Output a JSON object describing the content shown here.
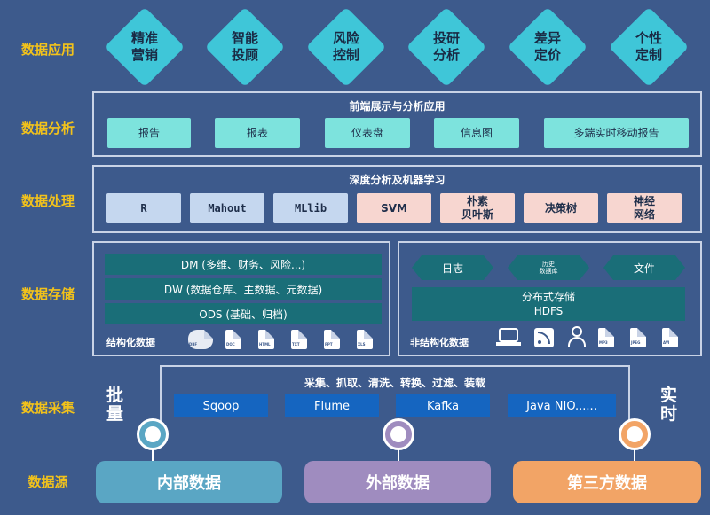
{
  "layers": {
    "app": "数据应用",
    "analysis": "数据分析",
    "processing": "数据处理",
    "storage": "数据存储",
    "collection": "数据采集",
    "source": "数据源"
  },
  "applications": [
    {
      "label": "精准\n营销"
    },
    {
      "label": "智能\n投顾"
    },
    {
      "label": "风险\n控制"
    },
    {
      "label": "投研\n分析"
    },
    {
      "label": "差异\n定价"
    },
    {
      "label": "个性\n定制"
    }
  ],
  "analysis_panel": {
    "title": "前端展示与分析应用",
    "items": [
      "报告",
      "报表",
      "仪表盘",
      "信息图",
      "多端实时移动报告"
    ]
  },
  "processing_panel": {
    "title": "深度分析及机器学习",
    "items": [
      "R",
      "Mahout",
      "MLlib",
      "SVM",
      "朴素\n贝叶斯",
      "决策树",
      "神经\n网络"
    ]
  },
  "storage": {
    "structured": {
      "bars": [
        "DM (多维、财务、风险...)",
        "DW (数据仓库、主数据、元数据)",
        "ODS (基础、归档)"
      ],
      "label": "结构化数据",
      "file_icons": [
        "DBF",
        "DOC",
        "HTML",
        "TXT",
        "PPT",
        "XLS"
      ]
    },
    "unstructured": {
      "tags": [
        "日志",
        "历史\n数据库",
        "文件"
      ],
      "hdfs": "分布式存储\nHDFS",
      "label": "非结构化数据",
      "icons": [
        "laptop-icon",
        "rss-icon",
        "user-icon",
        "mp3-file-icon",
        "jpeg-file-icon",
        "avi-file-icon"
      ],
      "file_icons": [
        "MP3",
        "JPEG",
        "AVI"
      ]
    }
  },
  "collection": {
    "title": "采集、抓取、清洗、转换、过滤、装载",
    "tools": [
      "Sqoop",
      "Flume",
      "Kafka",
      "Java NIO......"
    ],
    "batch": "批\n量",
    "realtime": "实\n时"
  },
  "sources": [
    {
      "label": "内部数据",
      "color": "#5aa6c4"
    },
    {
      "label": "外部数据",
      "color": "#9f8cbf"
    },
    {
      "label": "第三方数据",
      "color": "#f2a466"
    }
  ],
  "colors": {
    "background": "#3d5a8c",
    "layer_label": "#f2c21b",
    "diamond": "#3fc6d8",
    "teal_bar": "#1a6e78",
    "tool_blue": "#1565c0"
  }
}
